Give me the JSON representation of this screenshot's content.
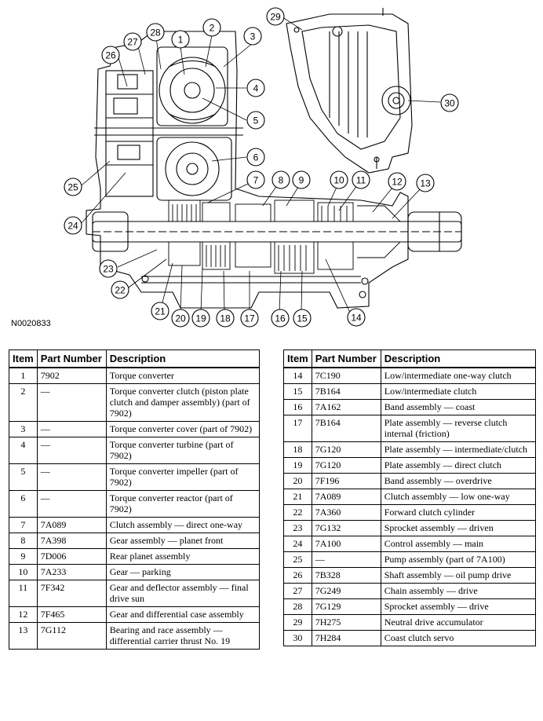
{
  "figure_id": "N0020833",
  "callouts": [
    "1",
    "2",
    "3",
    "4",
    "5",
    "6",
    "7",
    "8",
    "9",
    "10",
    "11",
    "12",
    "13",
    "14",
    "15",
    "16",
    "17",
    "18",
    "19",
    "20",
    "21",
    "22",
    "23",
    "24",
    "25",
    "26",
    "27",
    "28",
    "29",
    "30"
  ],
  "headers": {
    "item": "Item",
    "part_number": "Part Number",
    "description": "Description"
  },
  "rows_left": [
    {
      "item": "1",
      "pn": "7902",
      "desc": "Torque converter"
    },
    {
      "item": "2",
      "pn": "—",
      "desc": "Torque converter clutch (piston plate clutch and damper assembly) (part of 7902)"
    },
    {
      "item": "3",
      "pn": "—",
      "desc": "Torque converter cover (part of 7902)"
    },
    {
      "item": "4",
      "pn": "—",
      "desc": "Torque converter turbine (part of 7902)"
    },
    {
      "item": "5",
      "pn": "—",
      "desc": "Torque converter impeller (part of 7902)"
    },
    {
      "item": "6",
      "pn": "—",
      "desc": "Torque converter reactor (part of 7902)"
    },
    {
      "item": "7",
      "pn": "7A089",
      "desc": "Clutch assembly — direct one-way"
    },
    {
      "item": "8",
      "pn": "7A398",
      "desc": "Gear assembly — planet front"
    },
    {
      "item": "9",
      "pn": "7D006",
      "desc": "Rear planet assembly"
    },
    {
      "item": "10",
      "pn": "7A233",
      "desc": "Gear — parking"
    },
    {
      "item": "11",
      "pn": "7F342",
      "desc": "Gear and deflector assembly — final drive sun"
    },
    {
      "item": "12",
      "pn": "7F465",
      "desc": "Gear and differential case assembly"
    },
    {
      "item": "13",
      "pn": "7G112",
      "desc": "Bearing and race assembly — differential carrier thrust No. 19"
    }
  ],
  "rows_right": [
    {
      "item": "14",
      "pn": "7C190",
      "desc": "Low/intermediate one-way clutch"
    },
    {
      "item": "15",
      "pn": "7B164",
      "desc": "Low/intermediate clutch"
    },
    {
      "item": "16",
      "pn": "7A162",
      "desc": "Band assembly — coast"
    },
    {
      "item": "17",
      "pn": "7B164",
      "desc": "Plate assembly — reverse clutch internal (friction)"
    },
    {
      "item": "18",
      "pn": "7G120",
      "desc": "Plate assembly — intermediate/clutch"
    },
    {
      "item": "19",
      "pn": "7G120",
      "desc": "Plate assembly — direct clutch"
    },
    {
      "item": "20",
      "pn": "7F196",
      "desc": "Band assembly — overdrive"
    },
    {
      "item": "21",
      "pn": "7A089",
      "desc": "Clutch assembly — low one-way"
    },
    {
      "item": "22",
      "pn": "7A360",
      "desc": "Forward clutch cylinder"
    },
    {
      "item": "23",
      "pn": "7G132",
      "desc": "Sprocket assembly — driven"
    },
    {
      "item": "24",
      "pn": "7A100",
      "desc": "Control assembly — main"
    },
    {
      "item": "25",
      "pn": "—",
      "desc": "Pump assembly (part of 7A100)"
    },
    {
      "item": "26",
      "pn": "7B328",
      "desc": "Shaft assembly — oil pump drive"
    },
    {
      "item": "27",
      "pn": "7G249",
      "desc": "Chain assembly — drive"
    },
    {
      "item": "28",
      "pn": "7G129",
      "desc": "Sprocket assembly — drive"
    },
    {
      "item": "29",
      "pn": "7H275",
      "desc": "Neutral drive accumulator"
    },
    {
      "item": "30",
      "pn": "7H284",
      "desc": "Coast clutch servo"
    }
  ]
}
